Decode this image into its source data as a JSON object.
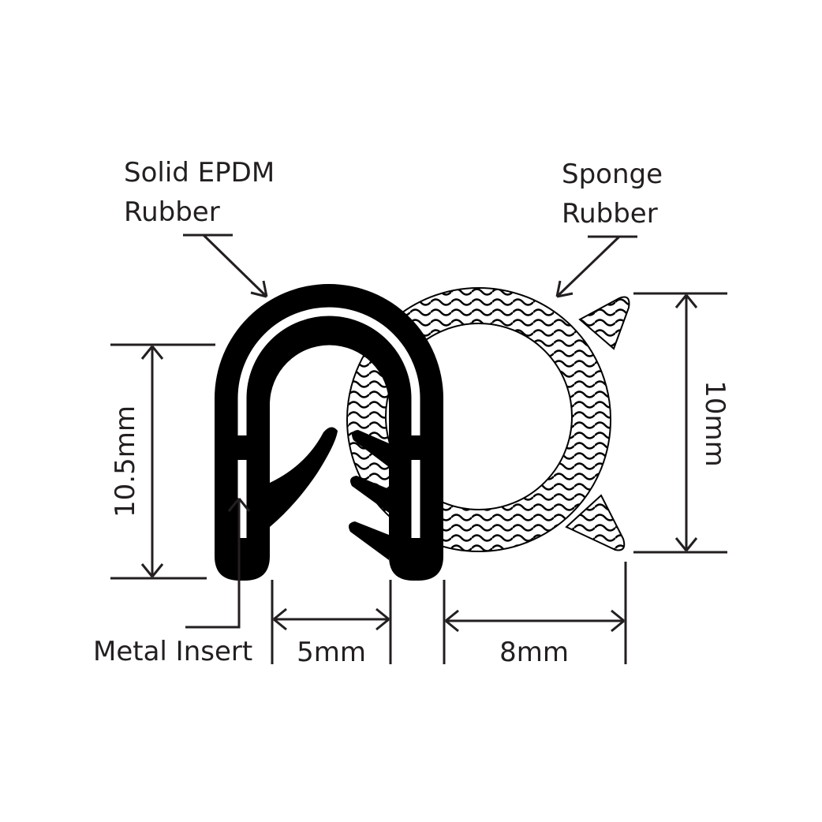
{
  "labels": {
    "solid_line1": "Solid EPDM",
    "solid_line2": "Rubber",
    "sponge_line1": "Sponge",
    "sponge_line2": "Rubber",
    "metal": "Metal Insert"
  },
  "dimensions": {
    "height_profile": "10.5mm",
    "height_bulb": "10mm",
    "gap_width": "5mm",
    "bulb_width": "8mm"
  },
  "colors": {
    "ink": "#231f20",
    "rubber": "#000000",
    "background": "#ffffff"
  }
}
